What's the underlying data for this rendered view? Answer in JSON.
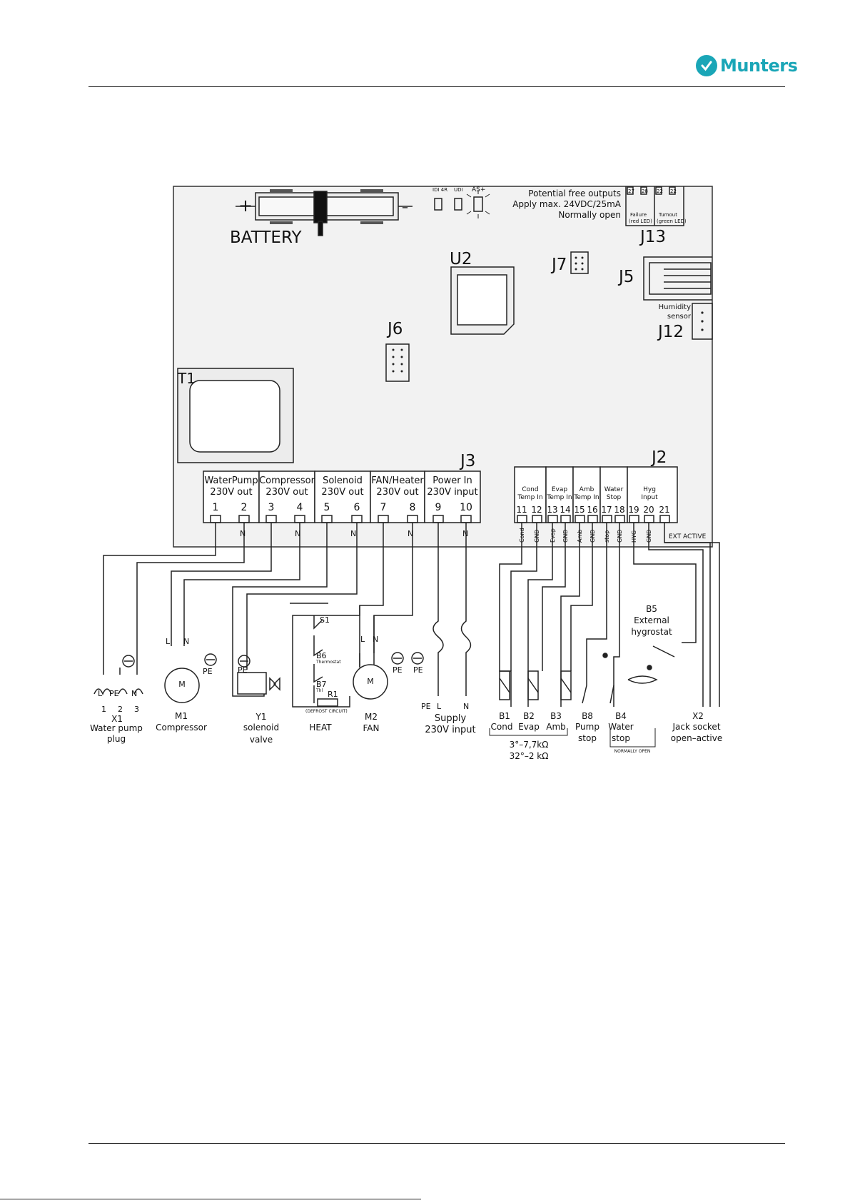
{
  "brand": {
    "name": "Munters",
    "color": "#1aa6b7"
  },
  "board": {
    "battery": "BATTERY",
    "battery_plus": "+",
    "battery_minus": "–",
    "leds": [
      "IDI 4R",
      "UDI",
      "AS+"
    ],
    "potential_free": [
      "Potential free outputs",
      "Apply max. 24VDC/25mA",
      "Normally open"
    ],
    "j13_pins": [
      "27",
      "28",
      "22",
      "22"
    ],
    "j13_labels": [
      "Failure",
      "(red LED)",
      "Tumout",
      "(green LED)"
    ],
    "connectors": {
      "u2": "U2",
      "j7": "J7",
      "j5": "J5",
      "j6": "J6",
      "j12": "J12",
      "t1": "T1",
      "j3": "J3",
      "j2": "J2",
      "j13": "J13"
    },
    "humidity_sensor": [
      "Humidity",
      "sensor"
    ]
  },
  "j3_blocks": [
    {
      "title": [
        "WaterPump",
        "230V out"
      ],
      "pins": [
        "1",
        "2"
      ]
    },
    {
      "title": [
        "Compressor",
        "230V out"
      ],
      "pins": [
        "3",
        "4"
      ]
    },
    {
      "title": [
        "Solenoid",
        "230V out"
      ],
      "pins": [
        "5",
        "6"
      ]
    },
    {
      "title": [
        "FAN/Heater",
        "230V out"
      ],
      "pins": [
        "7",
        "8"
      ]
    },
    {
      "title": [
        "Power In",
        "230V input"
      ],
      "pins": [
        "9",
        "10"
      ]
    }
  ],
  "j3_neutral": "N",
  "j2_blocks": [
    {
      "title": [
        "Cond",
        "Temp In"
      ],
      "pins": [
        "11",
        "12"
      ],
      "signals": [
        "Cond",
        "GND"
      ]
    },
    {
      "title": [
        "Evap",
        "Temp In"
      ],
      "pins": [
        "13",
        "14"
      ],
      "signals": [
        "Evap",
        "GND"
      ]
    },
    {
      "title": [
        "Amb",
        "Temp In"
      ],
      "pins": [
        "15",
        "16"
      ],
      "signals": [
        "Amb",
        "GND"
      ]
    },
    {
      "title": [
        "Water",
        "Stop"
      ],
      "pins": [
        "17",
        "18"
      ],
      "signals": [
        "stop",
        "GND"
      ]
    },
    {
      "title": [
        "Hyg",
        "Input"
      ],
      "pins": [
        "19",
        "20",
        "21"
      ],
      "signals": [
        "HYG",
        "GND"
      ]
    }
  ],
  "ext_active": "EXT ACTIVE",
  "components": {
    "x1": {
      "pins": [
        "L",
        "PE",
        "N"
      ],
      "nums": [
        "1",
        "2",
        "3"
      ],
      "name": "X1",
      "desc": [
        "Water pump",
        "plug"
      ]
    },
    "m1": {
      "symbol": "M",
      "lines": [
        "L",
        "N"
      ],
      "pe": "PE",
      "name": "M1",
      "desc": "Compressor"
    },
    "y1": {
      "pe": "PE",
      "name": "Y1",
      "desc": [
        "solenoid",
        "valve"
      ]
    },
    "heat": {
      "s1": "S1",
      "b6": "B6",
      "b6_sub": "Thermostat",
      "b7": "B7",
      "b7_sub": "Thl",
      "r1": "R1",
      "r1_sub": "(DEFROST CIRCUIT)",
      "desc": "HEAT"
    },
    "m2": {
      "symbol": "M",
      "lines": [
        "L",
        "N"
      ],
      "pe": "PE",
      "name": "M2",
      "desc": "FAN"
    },
    "supply": {
      "pe": [
        "PE",
        "PE"
      ],
      "lines": [
        "PE",
        "L",
        "N"
      ],
      "desc": [
        "Supply",
        "230V input"
      ]
    },
    "sensors": {
      "b1": [
        "B1",
        "Cond"
      ],
      "b2": [
        "B2",
        "Evap"
      ],
      "b3": [
        "B3",
        "Amb"
      ],
      "range": [
        "3°–7,7kΩ",
        "32°–2 kΩ"
      ]
    },
    "b8": [
      "B8",
      "Pump",
      "stop"
    ],
    "b4": [
      "B4",
      "Water",
      "stop"
    ],
    "b4_note": "NORMALLY OPEN",
    "b5": [
      "B5",
      "External",
      "hygrostat"
    ],
    "x2": [
      "X2",
      "Jack socket",
      "open–active"
    ]
  }
}
